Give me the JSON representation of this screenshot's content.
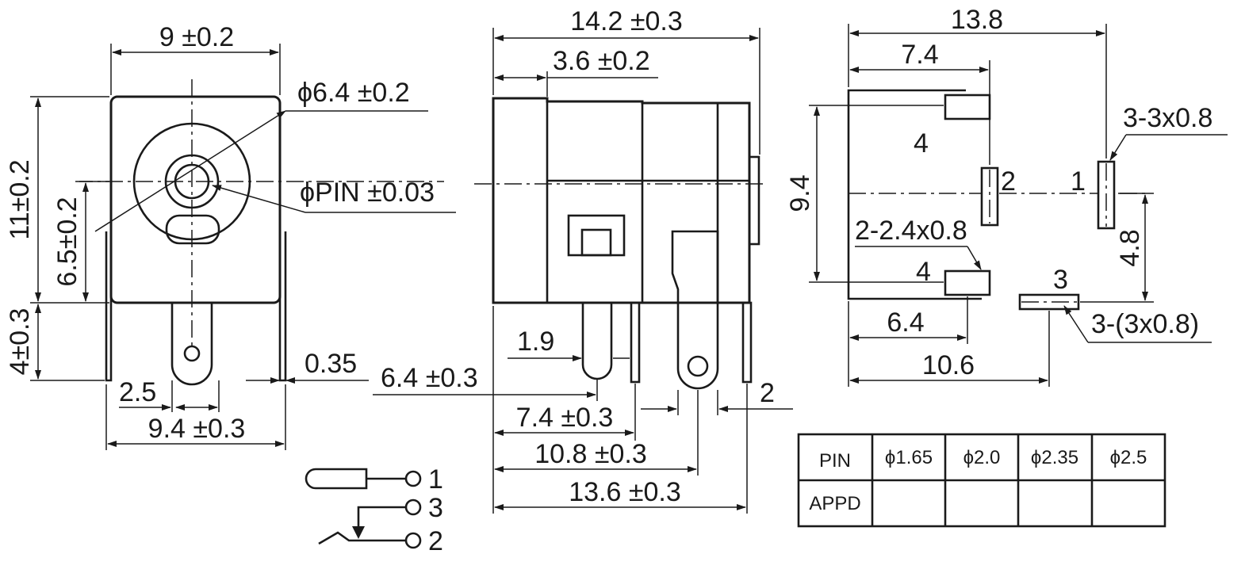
{
  "front_view": {
    "width": "9 ±0.2",
    "jack_diameter": "ϕ6.4 ±0.2",
    "pin_diameter": "ϕPIN ±0.03",
    "height": "11±0.2",
    "center_height": "6.5±0.2",
    "pin_length": "4±0.3",
    "pin_thickness": "0.35",
    "pin_offset": "2.5",
    "pin_span": "9.4 ±0.3"
  },
  "side_view": {
    "length": "14.2 ±0.3",
    "front_depth": "3.6 ±0.2",
    "pin_width": "1.9",
    "pin1_pos": "6.4 ±0.3",
    "pin2_pos": "7.4 ±0.3",
    "pin3_pos": "10.8 ±0.3",
    "rear_pos": "13.6 ±0.3",
    "tab_width": "2"
  },
  "pcb_layout": {
    "total_length": "13.8",
    "pin4_pos": "7.4",
    "span": "9.4",
    "slot1": "3-3x0.8",
    "slot2": "2-2.4x0.8",
    "pin3_offset": "4.8",
    "pin4_bottom_pos": "6.4",
    "pin3_pos": "10.6",
    "slot3": "3-(3x0.8)",
    "pin_numbers": {
      "p4_top": "4",
      "p2": "2",
      "p1": "1",
      "p4_bottom": "4",
      "p3": "3"
    }
  },
  "schematic": {
    "pin1": "1",
    "pin3": "3",
    "pin2": "2"
  },
  "pin_table": {
    "header": [
      "PIN",
      "ϕ1.65",
      "ϕ2.0",
      "ϕ2.35",
      "ϕ2.5"
    ],
    "row_label": "APPD",
    "row_values": [
      "",
      "",
      "",
      ""
    ]
  }
}
